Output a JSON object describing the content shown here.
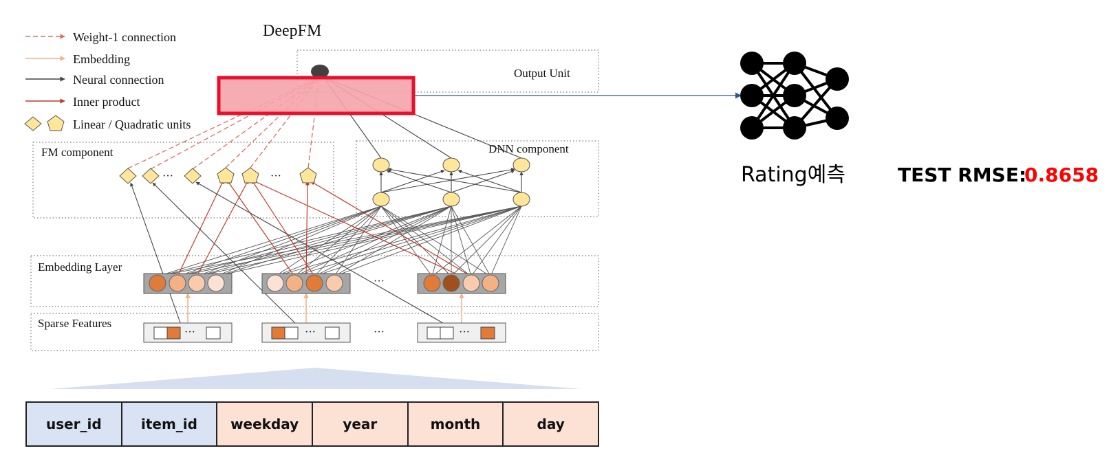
{
  "diagram": {
    "title": "DeepFM",
    "legend": [
      {
        "label": "Weight-1 connection",
        "style": "dashed-red"
      },
      {
        "label": "Embedding",
        "style": "orange"
      },
      {
        "label": "Neural connection",
        "style": "dark"
      },
      {
        "label": "Inner product",
        "style": "red"
      },
      {
        "label": "Linear / Quadratic units",
        "style": "shapes"
      }
    ],
    "sections": {
      "output": "Output Unit",
      "fm": "FM component",
      "dnn": "DNN component",
      "embedding": "Embedding Layer",
      "sparse": "Sparse Features"
    },
    "ellipsis": "···",
    "features": [
      {
        "label": "user_id",
        "color": "#dae3f3"
      },
      {
        "label": "item_id",
        "color": "#dae3f3"
      },
      {
        "label": "weekday",
        "color": "#fbe2d5"
      },
      {
        "label": "year",
        "color": "#fbe2d5"
      },
      {
        "label": "month",
        "color": "#fbe2d5"
      },
      {
        "label": "day",
        "color": "#fbe2d5"
      }
    ],
    "result": {
      "caption": "Rating예측",
      "metric_label": "TEST RMSE:",
      "metric_value": "0.8658"
    },
    "colors": {
      "highlight_border": "#e8102a",
      "highlight_fill": "#f5a3ab",
      "metric_value": "#ff0000",
      "arrow": "#2f5597",
      "unit_fill": "#ffe699",
      "emb_dark": "#e07b39",
      "emb_light": "#f8cbad",
      "emb_brown": "#a0501a"
    }
  }
}
